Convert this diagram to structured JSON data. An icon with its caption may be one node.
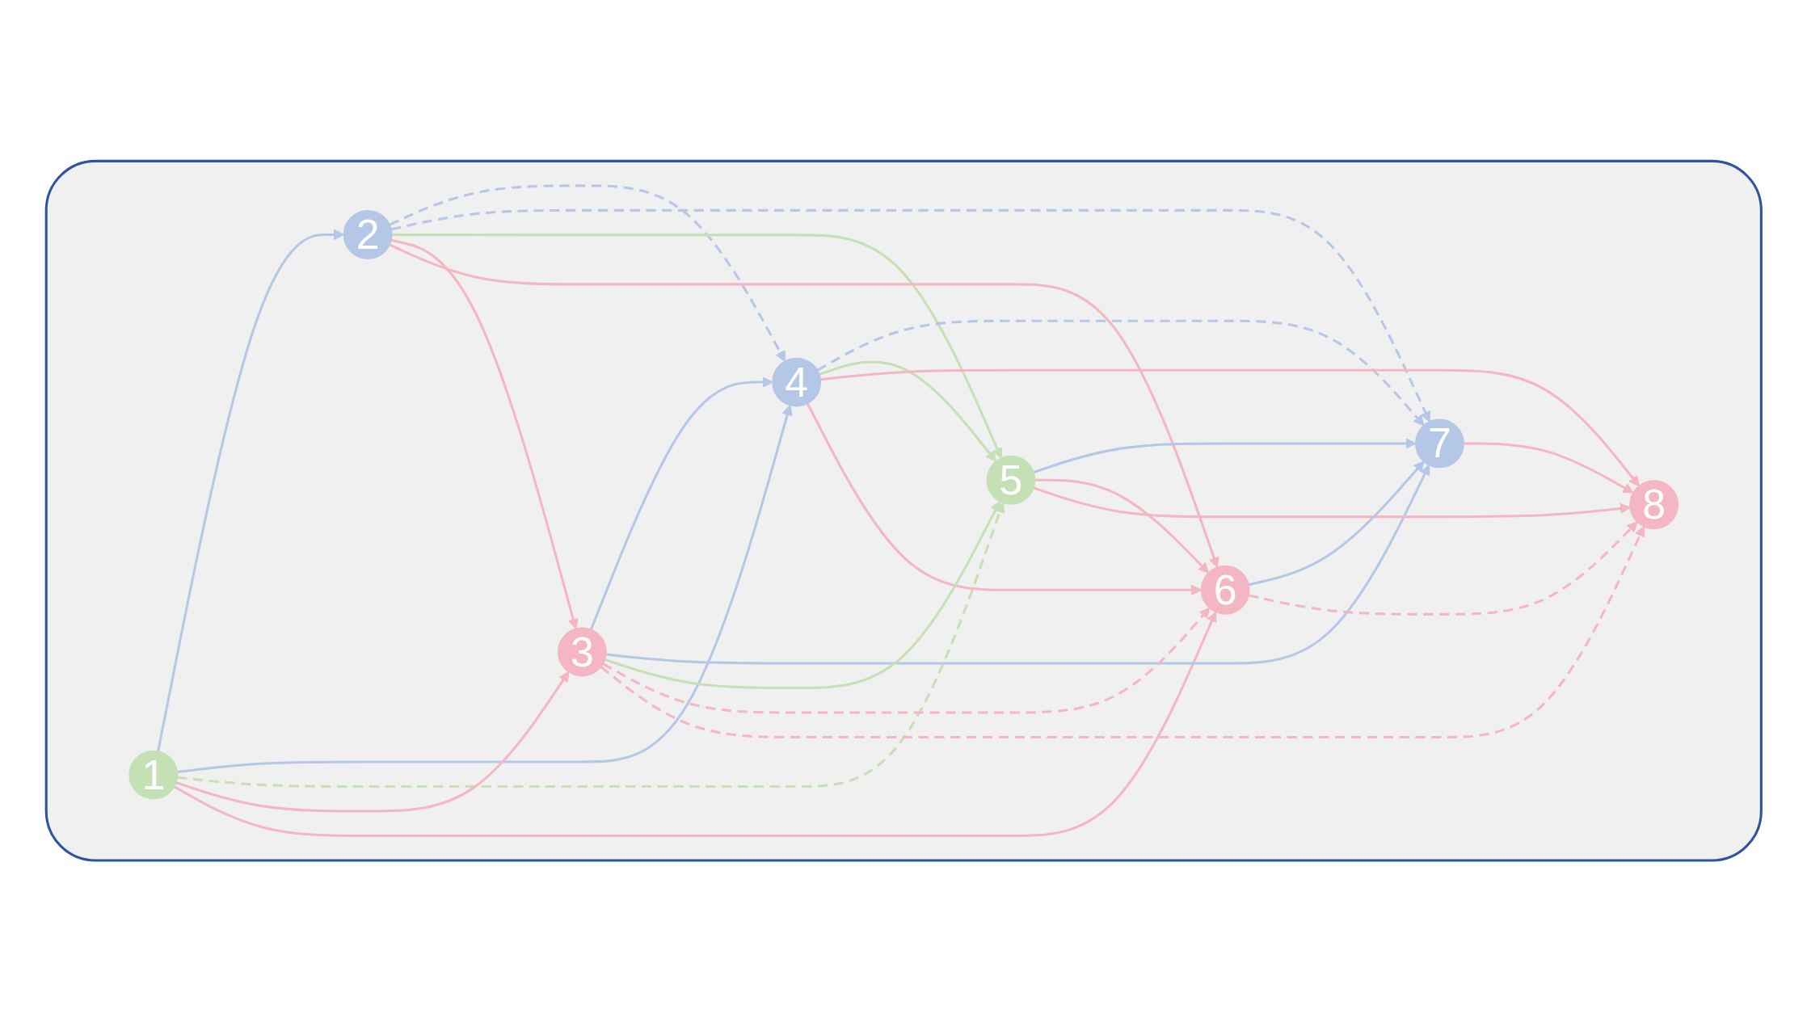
{
  "diagram": {
    "nodes": [
      {
        "text": [],
        "shape": "box"
      },
      {
        "text": [
          "1"
        ],
        "in": 0
      },
      {
        "text": [
          "2"
        ],
        "in": 0
      },
      {
        "text": [
          "3"
        ],
        "in": 0
      },
      {
        "text": [
          "4"
        ],
        "in": 0
      },
      {
        "text": [
          "5"
        ],
        "in": 0
      },
      {
        "text": [
          "6"
        ],
        "in": 0
      },
      {
        "text": [
          "7"
        ],
        "in": 0
      },
      {
        "text": [
          "8"
        ],
        "in": 0
      }
    ],
    "edges": [
      {
        "from": 1,
        "to": 2,
        "arrow": "to",
        "color": "#b4c7e7"
      },
      {
        "from": 1,
        "to": 4,
        "arrow": "to",
        "color": "#b4c7e7"
      },
      {
        "from": 1,
        "to": 5,
        "arrow": "to",
        "style": "dashed",
        "color": "#c5e0b4"
      },
      {
        "from": 1,
        "to": 3,
        "arrow": "to"
      },
      {
        "from": 1,
        "to": 6,
        "arrow": "to"
      },
      {
        "from": 2,
        "to": 4,
        "arrow": "to",
        "style": "dashed",
        "color": "#b4c7e7"
      },
      {
        "from": 2,
        "to": 7,
        "arrow": "to",
        "style": "dashed",
        "color": "#b4c7e7"
      },
      {
        "from": 2,
        "to": 5,
        "arrow": "to",
        "color": "#c5e0b4"
      },
      {
        "from": 2,
        "to": 3,
        "arrow": "to"
      },
      {
        "from": 2,
        "to": 6,
        "arrow": "to"
      },
      {
        "from": 4,
        "to": 7,
        "arrow": "to",
        "style": "dashed",
        "color": "#b4c7e7"
      },
      {
        "from": 4,
        "to": 5,
        "arrow": "to",
        "color": "#c5e0b4"
      },
      {
        "from": 4,
        "to": 8,
        "arrow": "to"
      },
      {
        "from": 4,
        "to": 6,
        "arrow": "to"
      },
      {
        "from": 3,
        "to": 4,
        "arrow": "to",
        "color": "#b4c7e7"
      },
      {
        "from": 3,
        "to": 7,
        "arrow": "to",
        "color": "#b4c7e7"
      },
      {
        "from": 3,
        "to": 5,
        "arrow": "to",
        "color": "#c5e0b4"
      },
      {
        "from": 3,
        "to": 6,
        "arrow": "to",
        "style": "dashed"
      },
      {
        "from": 3,
        "to": 8,
        "arrow": "to",
        "style": "dashed"
      },
      {
        "from": 5,
        "to": 7,
        "arrow": "to",
        "color": "#b4c7e7"
      },
      {
        "from": 5,
        "to": 6,
        "arrow": "to"
      },
      {
        "from": 5,
        "to": 8,
        "arrow": "to"
      },
      {
        "from": 6,
        "to": 7,
        "arrow": "to",
        "color": "#b4c7e7"
      },
      {
        "from": 6,
        "to": 8,
        "arrow": "to",
        "style": "dashed"
      },
      {
        "from": 7,
        "to": 8,
        "arrow": "to"
      }
    ]
  }
}
